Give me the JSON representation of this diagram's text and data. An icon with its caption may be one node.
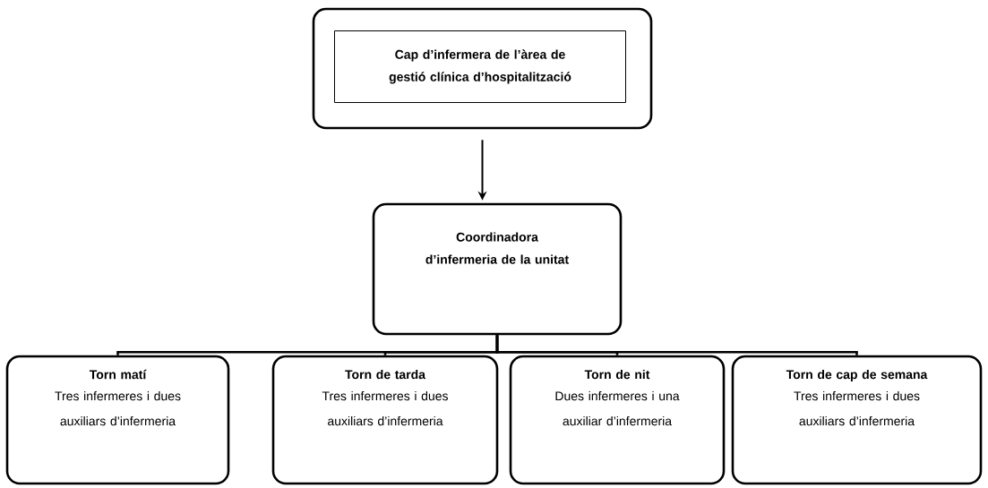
{
  "diagram": {
    "nodes": [
      {
        "text": [],
        "shape": "box"
      },
      {
        "text": [
          "Cap d’infermera de l’àrea de gestió clínica d’hospitalització"
        ],
        "in": 0
      },
      {
        "text": [
          "Coordinadora d’infermeria de la unitat"
        ]
      },
      {
        "text": [
          "Torn matí",
          "Tres infermeres i dues auxiliars d’infermeria"
        ]
      },
      {
        "text": [
          "Torn de tarda",
          "Tres infermeres i dues auxiliars d’infermeria"
        ]
      },
      {
        "text": [
          "Torn de nit",
          "Dues infermeres i una auxiliar d’infermeria"
        ]
      },
      {
        "text": [
          "Torn de cap de semana",
          "Tres infermeres i dues auxiliars d’infermeria"
        ]
      }
    ],
    "edges": [
      {
        "from": 0,
        "to": 2,
        "arrow": "to"
      },
      {
        "from": 2,
        "to": 3,
        "arrow": "none"
      },
      {
        "from": 2,
        "to": 4,
        "arrow": "none"
      },
      {
        "from": 2,
        "to": 5,
        "arrow": "none"
      },
      {
        "from": 2,
        "to": 6,
        "arrow": "none"
      }
    ]
  }
}
